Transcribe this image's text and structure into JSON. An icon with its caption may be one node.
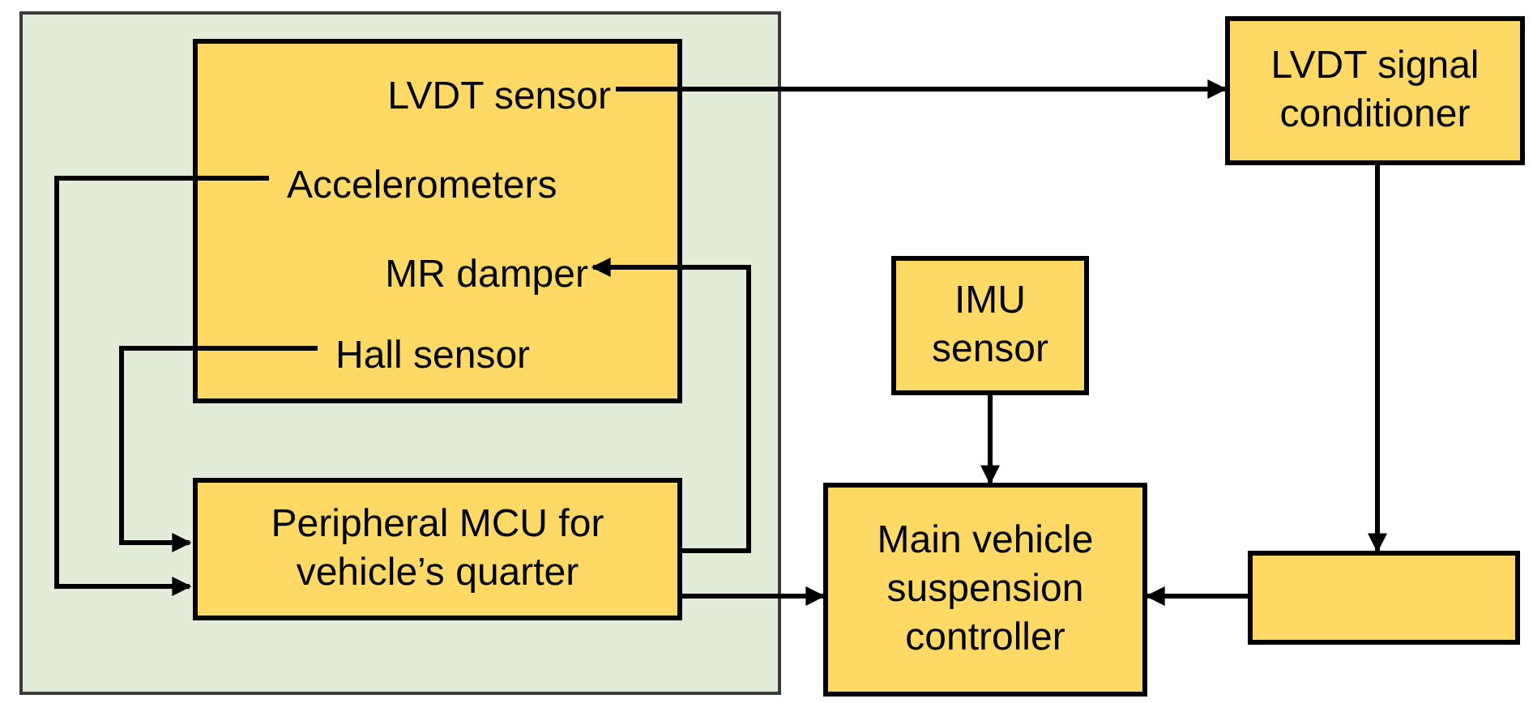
{
  "diagram": {
    "nodes": [
      {
        "text": [],
        "shape": "box"
      },
      {
        "text": [],
        "shape": "box",
        "in": 0
      },
      {
        "text": [
          "LVDT sensor"
        ],
        "in": 1
      },
      {
        "text": [
          "Accelerometers"
        ],
        "in": 1
      },
      {
        "text": [
          "MR damper"
        ],
        "in": 1
      },
      {
        "text": [
          "Hall sensor"
        ],
        "in": 1
      },
      {
        "text": [
          "Peripheral  MCU for vehicle’s quarter"
        ],
        "in": 0
      },
      {
        "text": [
          "LVDT signal conditioner"
        ]
      },
      {
        "text": [
          "IMU sensor"
        ]
      },
      {
        "text": [
          "Main vehicle suspension controller"
        ]
      },
      {
        "text": [],
        "shape": "box"
      }
    ],
    "edges": [
      {
        "from": 2,
        "to": 7,
        "arrow": "to"
      },
      {
        "from": 3,
        "to": 6,
        "arrow": "to"
      },
      {
        "from": 5,
        "to": 6,
        "arrow": "to"
      },
      {
        "from": 6,
        "to": 4,
        "arrow": "to"
      },
      {
        "from": 6,
        "to": 9,
        "arrow": "to"
      },
      {
        "from": 8,
        "to": 9,
        "arrow": "to"
      },
      {
        "from": 7,
        "to": 10,
        "arrow": "to"
      },
      {
        "from": 10,
        "to": 9,
        "arrow": "to"
      }
    ]
  }
}
